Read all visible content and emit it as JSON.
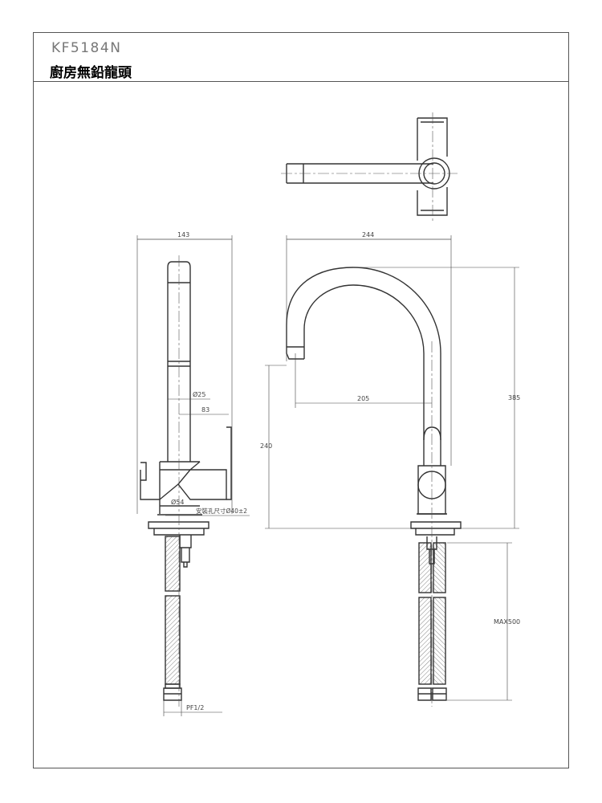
{
  "header": {
    "model_number": "KF5184N",
    "product_name": "廚房無鉛龍頭"
  },
  "dimensions": {
    "side_width": "143",
    "front_width": "244",
    "height": "385",
    "spout_reach": "205",
    "spout_height": "240",
    "body_diameter": "Ø25",
    "handle_offset": "83",
    "base_diameter": "Ø54",
    "mount_hole": "安裝孔尺寸Ø40±2",
    "hose_length": "MAX500",
    "connector": "PF1/2"
  }
}
